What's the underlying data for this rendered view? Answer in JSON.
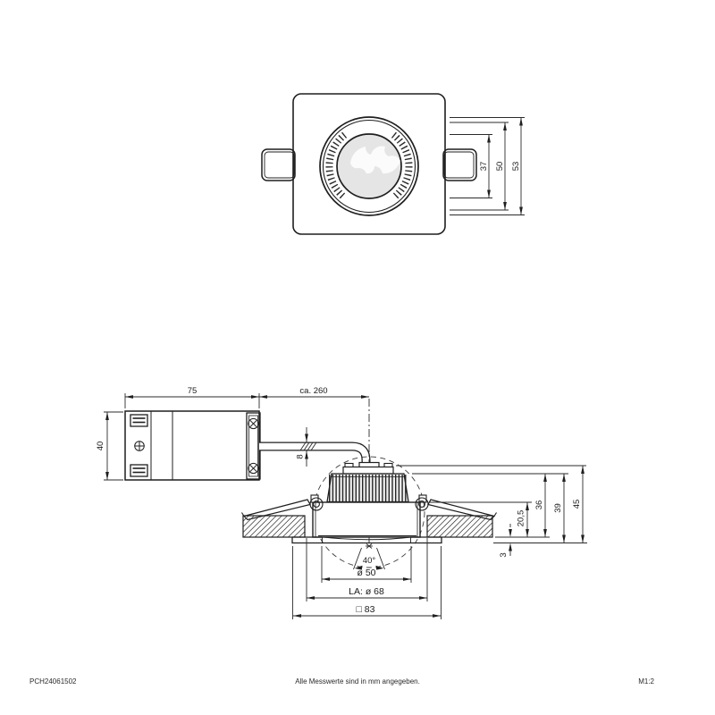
{
  "top_view": {
    "dims": {
      "lens_diameter": "37",
      "ring_diameter": "50",
      "bezel_diameter": "53"
    }
  },
  "side_view": {
    "dims": {
      "driver_length": "75",
      "driver_height": "40",
      "cable_length": "ca. 260",
      "cable_diameter": "8",
      "clamp_range": "20,5",
      "recess_depth": "36",
      "height_with_trim": "39",
      "total_height": "45",
      "trim_thickness": "3",
      "beam_angle": "40°",
      "aperture": "ø 50",
      "cutout": "LA: ø 68",
      "trim_square": "□ 83"
    }
  },
  "footer": {
    "code": "PCH24061502",
    "note": "Alle Messwerte sind in mm angegeben.",
    "scale": "M1:2"
  }
}
